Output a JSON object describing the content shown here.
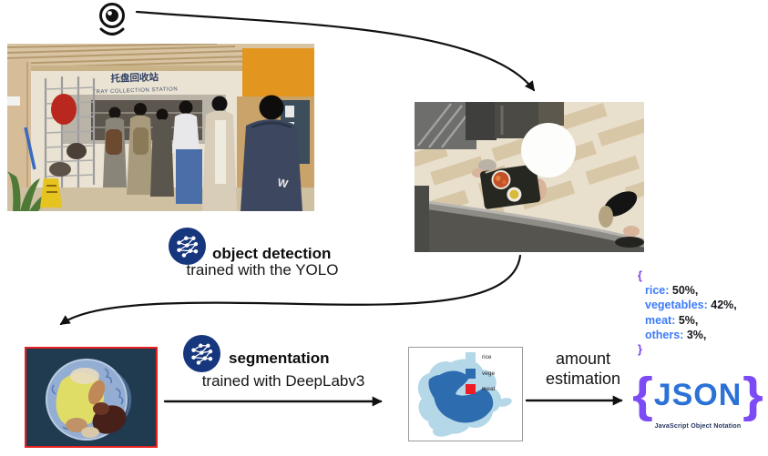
{
  "left_photo": {
    "sign_line1": "托盘回收站",
    "sign_line2": "TRAY COLLECTION STATION",
    "hoodie_text": "W"
  },
  "detection_step": {
    "title": "object detection",
    "subtitle": "trained with the YOLO"
  },
  "segmentation_step": {
    "title": "segmentation",
    "subtitle": "trained with DeepLabv3"
  },
  "amount_step": {
    "line1": "amount",
    "line2": "estimation"
  },
  "seg_map": {
    "legend": [
      {
        "label": "rice",
        "color": "#b5d8e8"
      },
      {
        "label": "vege",
        "color": "#2e6cb0"
      },
      {
        "label": "meat",
        "color": "#ee1c24"
      }
    ]
  },
  "json_snippet": {
    "open_brace": "{",
    "close_brace": "}",
    "sep": ": ",
    "entries": [
      {
        "key": "rice",
        "value": "50%,"
      },
      {
        "key": "vegetables",
        "value": "42%,"
      },
      {
        "key": "meat",
        "value": "5%,"
      },
      {
        "key": "others",
        "value": "3%,"
      }
    ]
  },
  "json_logo": {
    "left_brace": "{",
    "name": "JSON",
    "right_brace": "}",
    "subtitle": "JavaScript Object Notation"
  },
  "colors": {
    "arrow": "#111111",
    "nn_icon_circle": "#16367e",
    "crop_border": "#e82222",
    "json_key_blue": "#3d7bf7",
    "json_brace_purple": "#7a3bf0",
    "logo_blue": "#2b72d7",
    "logo_purple": "#7c4bf5",
    "legend_rice": "#b5d8e8",
    "legend_vege": "#2e6cb0",
    "legend_meat": "#ee1c24"
  }
}
